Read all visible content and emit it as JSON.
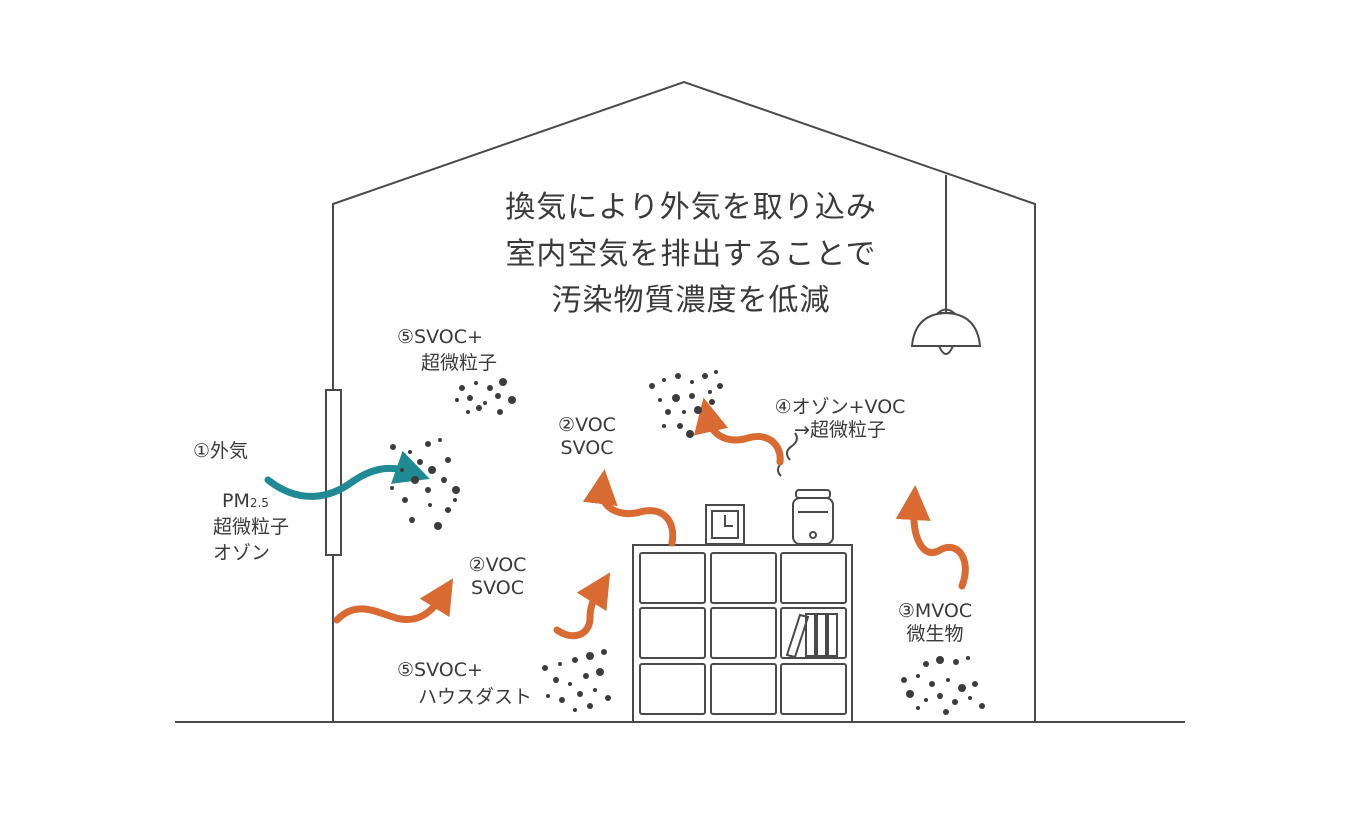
{
  "heading": {
    "line1": "換気により外気を取り込み",
    "line2": "室内空気を排出することで",
    "line3": "汚染物質濃度を低減"
  },
  "labels": {
    "outdoor": "①外気",
    "pm_main": "PM",
    "pm_sub": "2.5",
    "outdoor_item2": "超微粒子",
    "outdoor_item3": "オゾン",
    "svoc_fine_top": "⑤SVOC+",
    "svoc_fine_bottom": "超微粒子",
    "voc_upper_line1": "②VOC",
    "voc_upper_line2": "SVOC",
    "ozone_line1": "④オゾン+VOC",
    "ozone_line2": "→超微粒子",
    "voc_lower_line1": "②VOC",
    "voc_lower_line2": "SVOC",
    "svoc_dust_top": "⑤SVOC+",
    "svoc_dust_bottom": "ハウスダスト",
    "mvoc_line1": "③MVOC",
    "mvoc_line2": "微生物"
  },
  "colors": {
    "outline": "#4a4a4a",
    "arrow_orange": "#d96a32",
    "arrow_teal": "#1f8a93",
    "particle": "#3c3c3c"
  }
}
